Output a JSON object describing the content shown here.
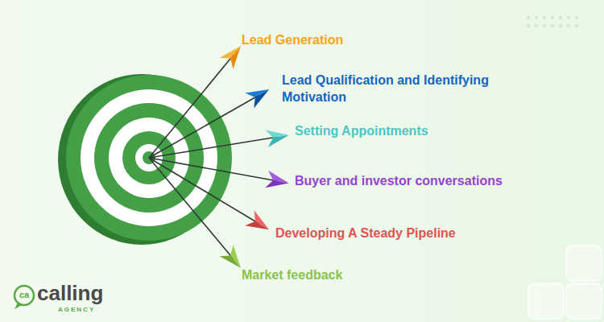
{
  "diagram": {
    "labels": [
      "Lead Generation",
      "Lead Qualification and Identifying Motivation",
      "Setting Appointments",
      "Buyer and investor conversations",
      "Developing A Steady Pipeline",
      "Market feedback",
      "ca",
      "calling",
      "AGENCY"
    ]
  }
}
